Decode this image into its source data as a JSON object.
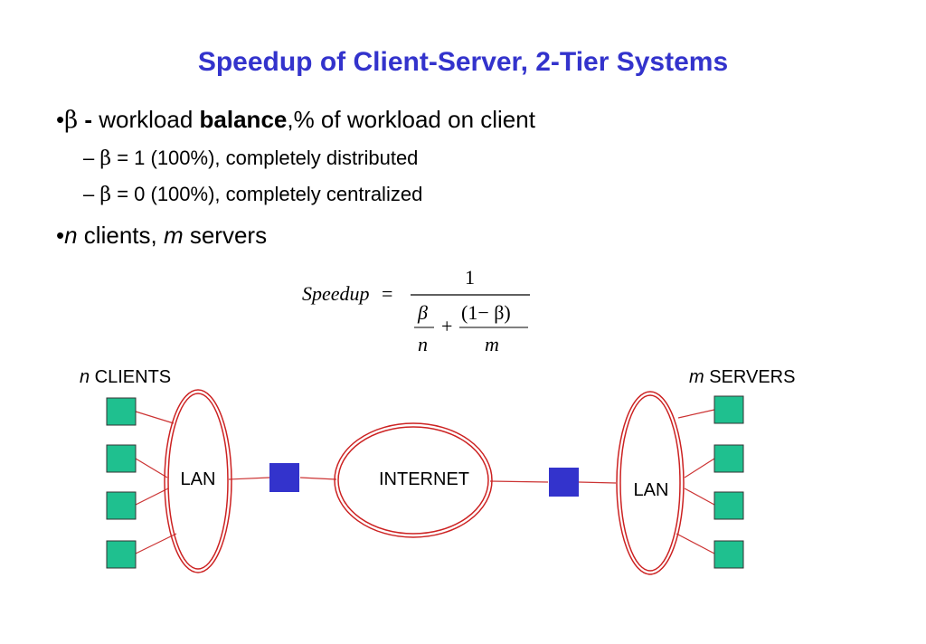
{
  "title": "Speedup of Client-Server, 2-Tier Systems",
  "bullets": {
    "first": {
      "marker": "•",
      "symbol": "β",
      "dash": " - ",
      "text_pre": "workload ",
      "text_bold": "balance",
      "text_post": ",% of workload on client"
    },
    "sub1": {
      "dash": "– ",
      "symbol": "β",
      "text": " = 1 (100%), completely distributed"
    },
    "sub2": {
      "dash": "– ",
      "symbol": "β",
      "text": " = 0 (100%), completely centralized"
    },
    "second": {
      "marker": "•",
      "var_n": "n",
      "text_mid": " clients, ",
      "var_m": "m",
      "text_post": " servers"
    }
  },
  "formula": {
    "lhs": "Speedup",
    "equals": "=",
    "numerator": "1",
    "beta": "β",
    "n": "n",
    "plus": "+",
    "one_minus_beta": "(1− β)",
    "m": "m"
  },
  "diagram": {
    "clients_var": "n",
    "clients_label": " CLIENTS",
    "servers_var": "m",
    "servers_label": " SERVERS",
    "lan_left": "LAN",
    "internet": "INTERNET",
    "lan_right": "LAN",
    "colors": {
      "node": "#1fc08f",
      "router": "#3333cc",
      "network_outline": "#cc2222",
      "link": "#cc3333"
    }
  }
}
